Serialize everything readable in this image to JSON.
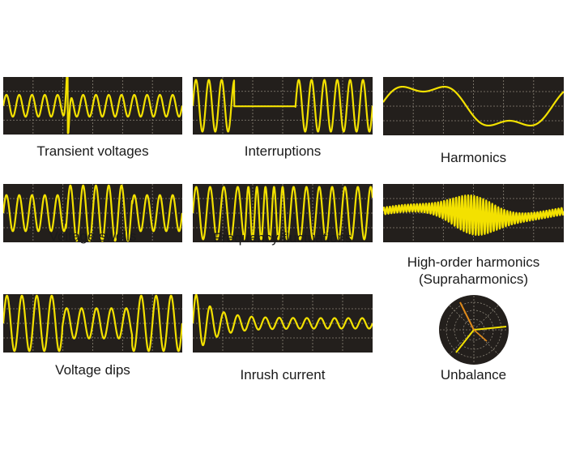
{
  "colors": {
    "panel": "#231f1c",
    "wave": "#f3e100",
    "grid": "#8a8478"
  },
  "panels": [
    {
      "id": "transient",
      "caption": "Transient voltages"
    },
    {
      "id": "interruptions",
      "caption": "Interruptions"
    },
    {
      "id": "harmonics",
      "caption": "Harmonics"
    },
    {
      "id": "swells",
      "caption": "Voltage swells"
    },
    {
      "id": "frequency",
      "caption": "Frequency fluctuations"
    },
    {
      "id": "supraharmonics",
      "caption_line1": "High-order harmonics",
      "caption_line2": "(Supraharmonics)"
    },
    {
      "id": "dips",
      "caption": "Voltage dips"
    },
    {
      "id": "inrush",
      "caption": "Inrush current"
    },
    {
      "id": "unbalance",
      "caption": "Unbalance"
    }
  ]
}
